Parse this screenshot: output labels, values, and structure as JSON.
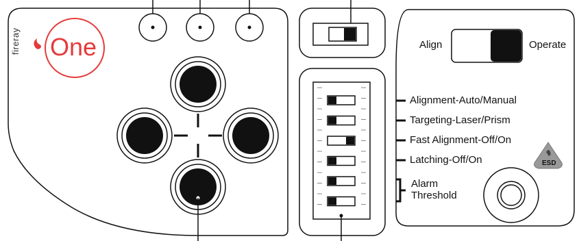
{
  "brand": {
    "name": "fireray",
    "product": "One"
  },
  "mode_switch": {
    "left_label": "Align",
    "right_label": "Operate"
  },
  "dip_labels": [
    {
      "bold": "Alignment",
      "rest": "-Auto/Manual"
    },
    {
      "bold": "Targeting",
      "rest": "-Laser/Prism"
    },
    {
      "bold": "Fast Alignment",
      "rest": "-Off/On"
    },
    {
      "bold": "Latching",
      "rest": "-Off/On"
    }
  ],
  "alarm_label": {
    "line1": "Alarm",
    "line2": "Threshold"
  },
  "esd_badge": {
    "text": "ESD",
    "icon": "esd-warning-icon"
  },
  "dip_switch_states": [
    "left",
    "left",
    "right",
    "left",
    "left",
    "left"
  ],
  "colors": {
    "brand_red": "#e53a3a",
    "ink": "#111111"
  }
}
